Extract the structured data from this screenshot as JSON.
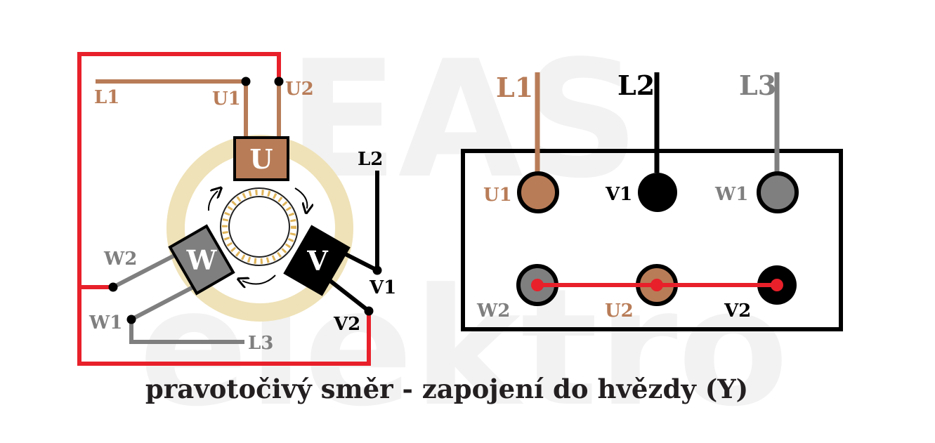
{
  "watermark": {
    "top": "EAS",
    "bottom": "elektro"
  },
  "colors": {
    "brown": "#b87c57",
    "black": "#000000",
    "gray": "#7f7f7f",
    "red": "#e8202a",
    "ring": "#efe2b8",
    "dark_text": "#231f20"
  },
  "motor": {
    "coils": {
      "u": "U",
      "v": "V",
      "w": "W"
    },
    "labels": {
      "l1": "L1",
      "u1": "U1",
      "u2": "U2",
      "l2": "L2",
      "v1": "V1",
      "v2": "V2",
      "w2": "W2",
      "w1": "W1",
      "l3": "L3"
    }
  },
  "terminal_box": {
    "supply": {
      "l1": "L1",
      "l2": "L2",
      "l3": "L3"
    },
    "top_row": {
      "u1": "U1",
      "v1": "V1",
      "w1": "W1"
    },
    "bottom_row": {
      "w2": "W2",
      "u2": "U2",
      "v2": "V2"
    }
  },
  "caption": "pravotočivý směr - zapojení do hvězdy (Y)"
}
